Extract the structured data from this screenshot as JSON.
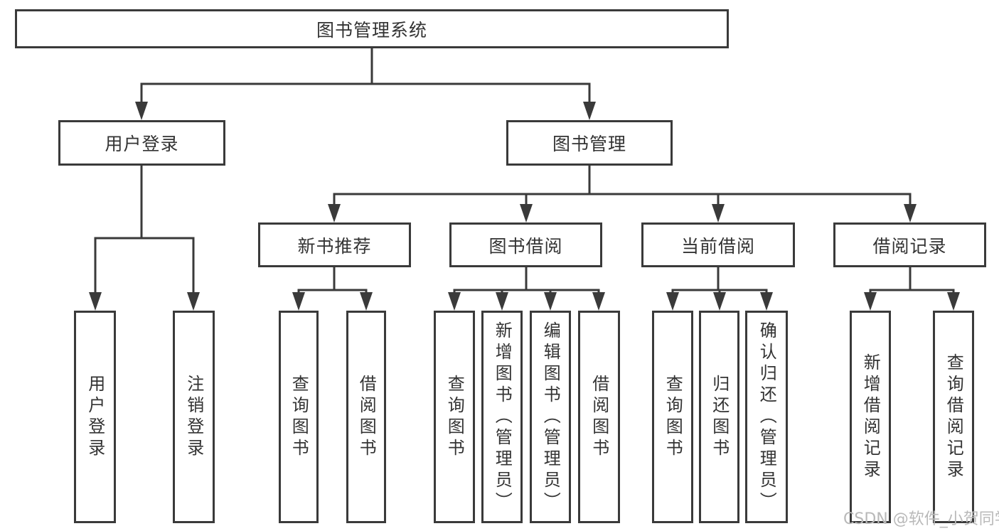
{
  "diagram": {
    "root": {
      "label": "图书管理系统"
    },
    "branches": [
      {
        "label": "用户登录",
        "children": [
          {
            "label": "用户登录"
          },
          {
            "label": "注销登录"
          }
        ]
      },
      {
        "label": "图书管理",
        "groups": [
          {
            "label": "新书推荐",
            "children": [
              {
                "label": "查询图书"
              },
              {
                "label": "借阅图书"
              }
            ]
          },
          {
            "label": "图书借阅",
            "children": [
              {
                "label": "查询图书"
              },
              {
                "label": "新增图书（管理员）"
              },
              {
                "label": "编辑图书（管理员）"
              },
              {
                "label": "借阅图书"
              }
            ]
          },
          {
            "label": "当前借阅",
            "children": [
              {
                "label": "查询图书"
              },
              {
                "label": "归还图书"
              },
              {
                "label": "确认归还（管理员）"
              }
            ]
          },
          {
            "label": "借阅记录",
            "children": [
              {
                "label": "新增借阅记录"
              },
              {
                "label": "查询借阅记录"
              }
            ]
          }
        ]
      }
    ]
  },
  "watermark": {
    "text": "CSDN @软件_小贺同学"
  },
  "colors": {
    "line": "#3a3a3a",
    "text": "#333333",
    "background": "#ffffff",
    "watermark": "#b9b9b9"
  }
}
